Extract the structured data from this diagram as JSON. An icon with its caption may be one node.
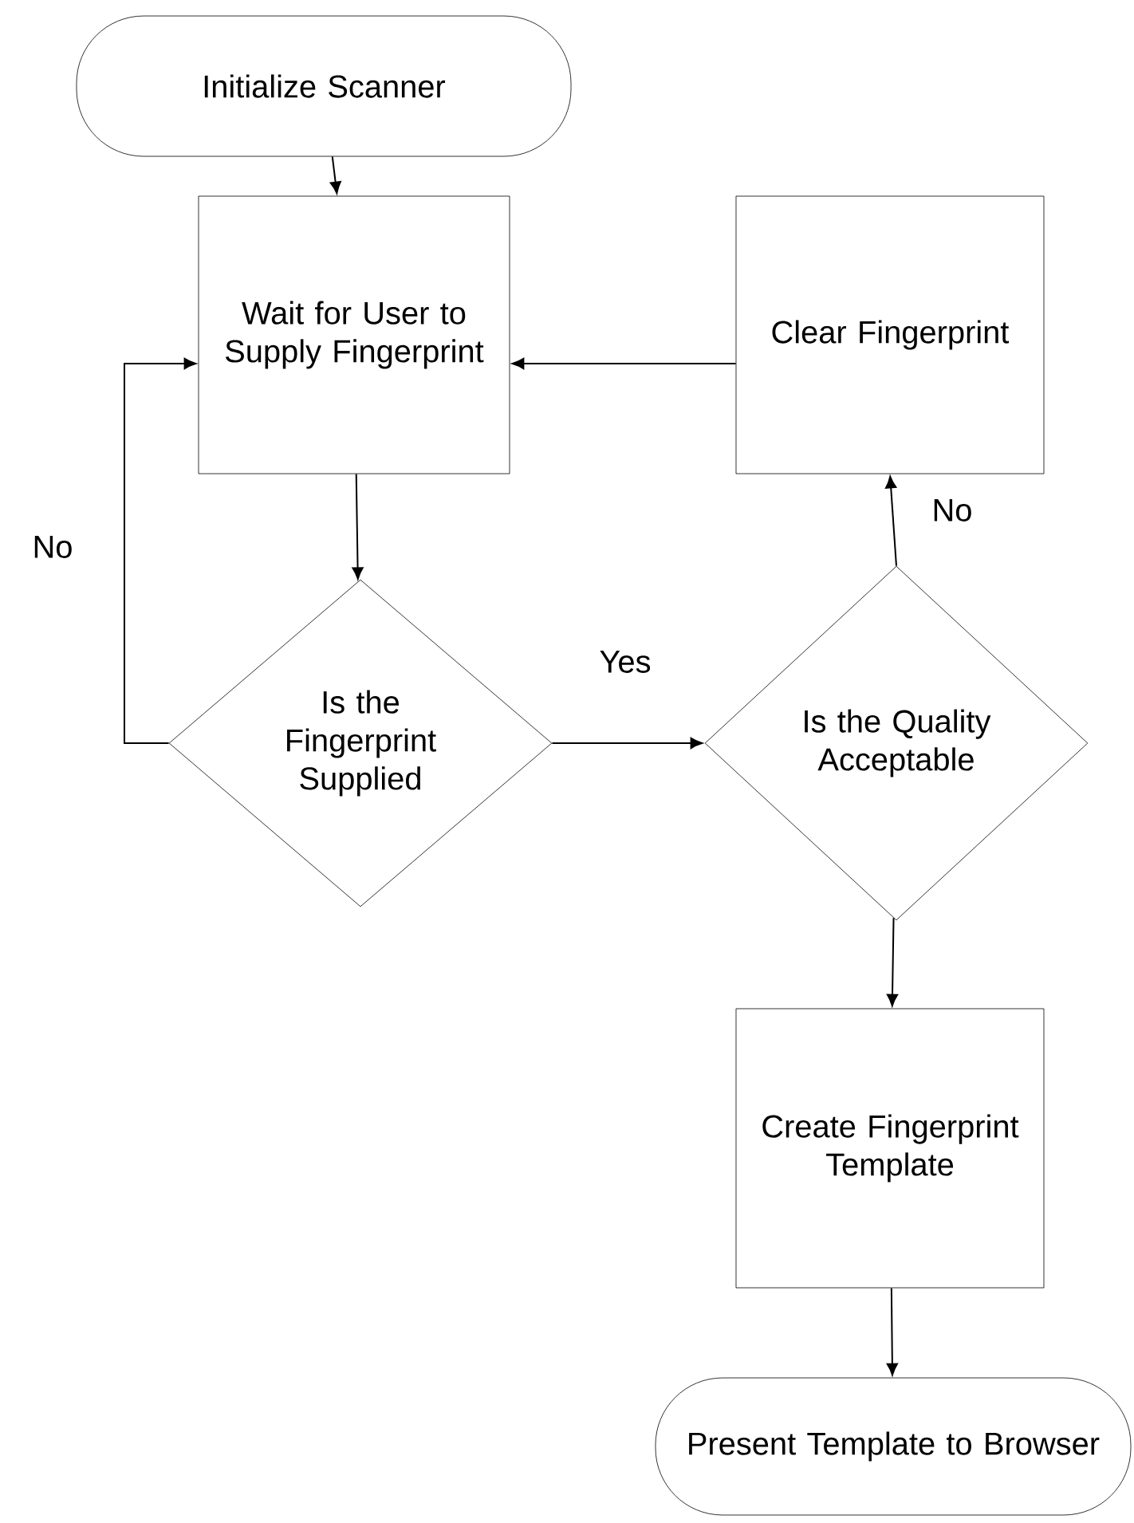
{
  "diagram": {
    "nodes": [
      {
        "text": [
          "Initialize Scanner"
        ]
      },
      {
        "text": [
          "Wait for User to Supply Fingerprint"
        ]
      },
      {
        "text": [
          "Clear Fingerprint"
        ]
      },
      {
        "text": [
          "Is the Fingerprint Supplied"
        ]
      },
      {
        "text": [
          "Is the Quality Acceptable"
        ]
      },
      {
        "text": [
          "Create Fingerprint Template"
        ]
      },
      {
        "text": [
          "Present Template to Browser"
        ]
      }
    ],
    "edges": [
      {
        "from": 0,
        "to": 1,
        "arrow": "to"
      },
      {
        "from": 1,
        "to": 3,
        "arrow": "to"
      },
      {
        "from": 3,
        "to": 1,
        "arrow": "to",
        "label": "No"
      },
      {
        "from": 3,
        "to": 4,
        "arrow": "to",
        "label": "Yes"
      },
      {
        "from": 4,
        "to": 2,
        "arrow": "to",
        "label": "No"
      },
      {
        "from": 2,
        "to": 1,
        "arrow": "to"
      },
      {
        "from": 4,
        "to": 5,
        "arrow": "to"
      },
      {
        "from": 5,
        "to": 6,
        "arrow": "to"
      }
    ]
  }
}
